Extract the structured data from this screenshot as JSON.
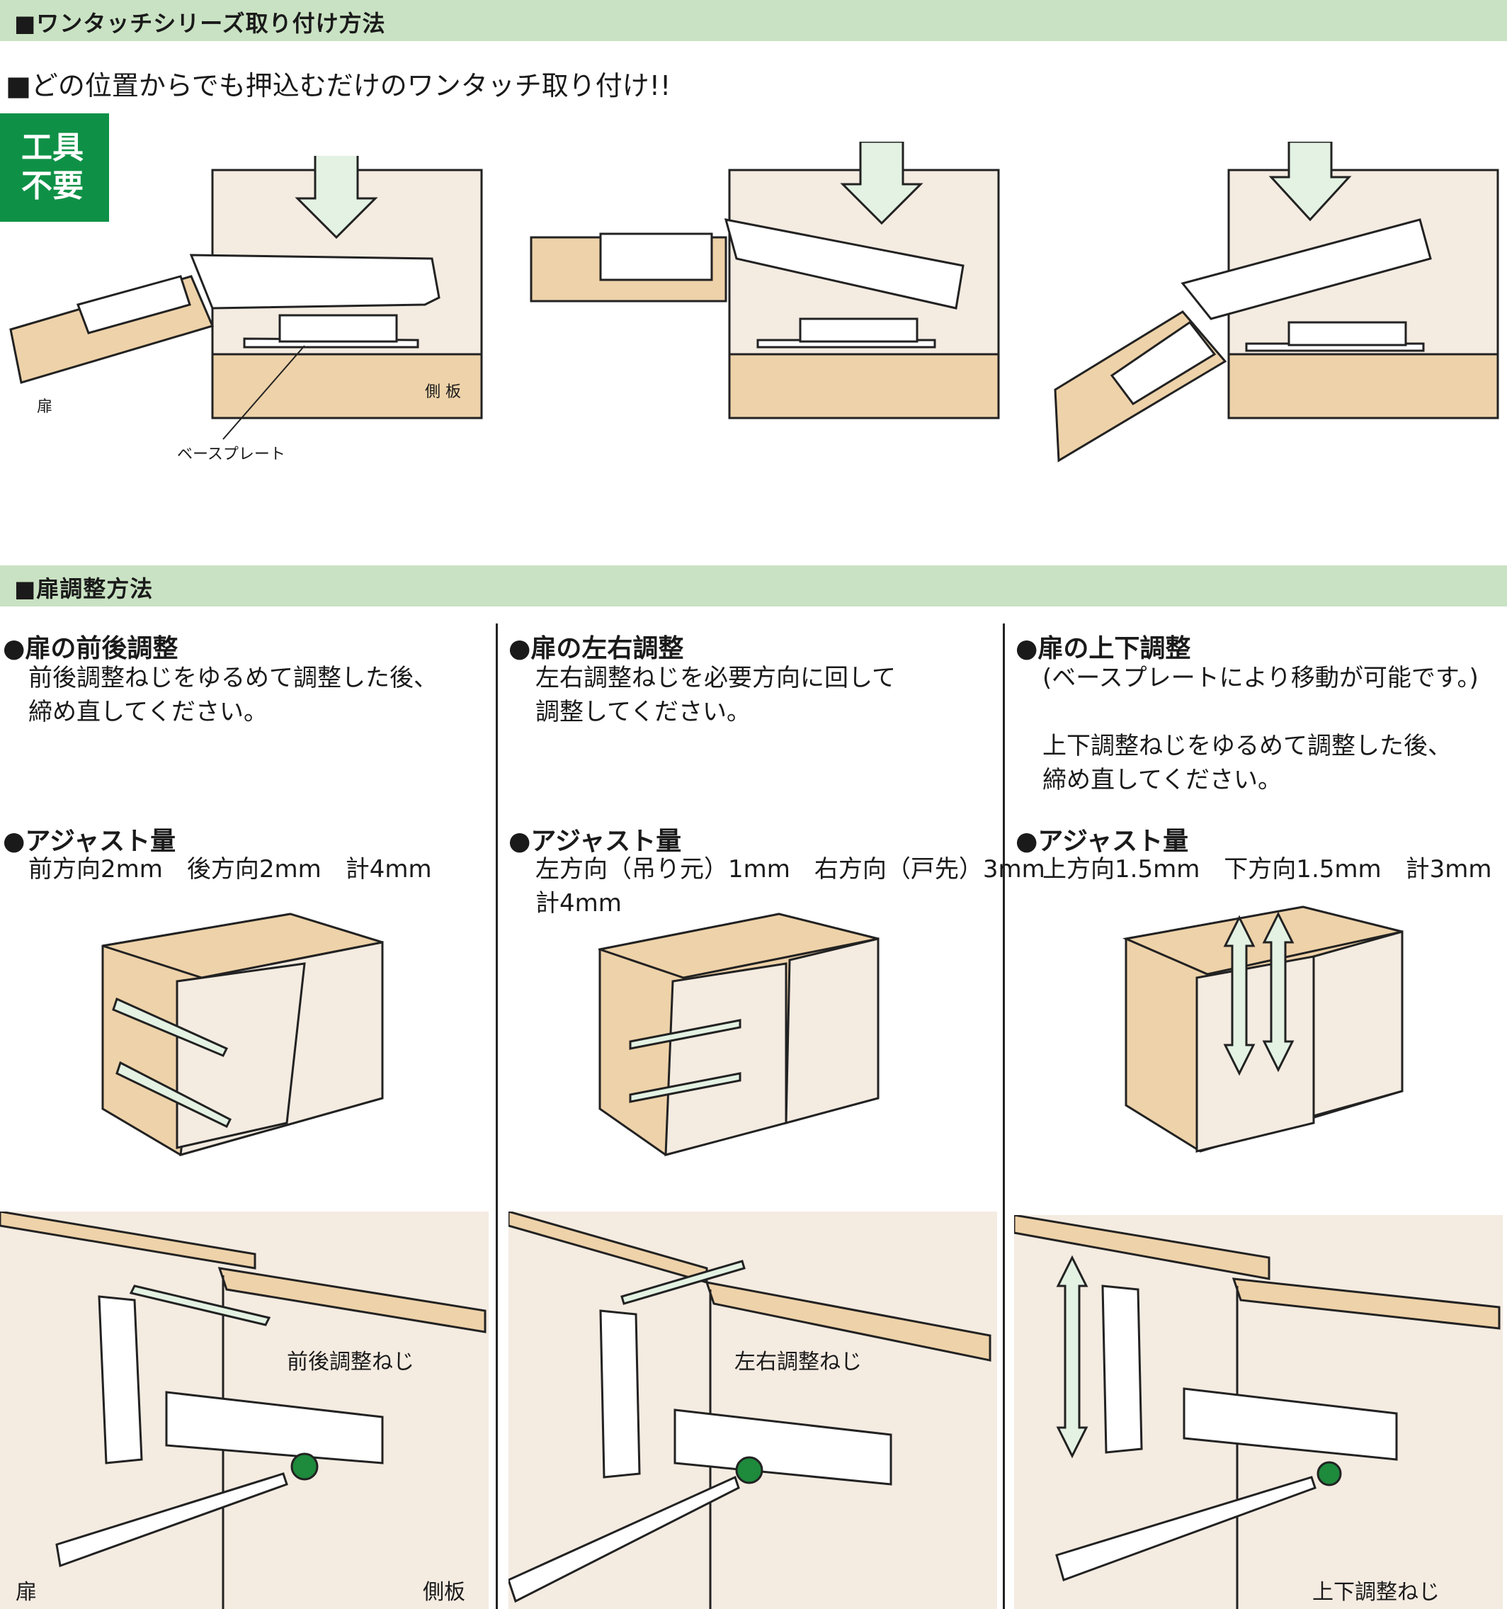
{
  "section1": {
    "title": "■ワンタッチシリーズ取り付け方法",
    "lead": "■どの位置からでも押込むだけのワンタッチ取り付け!!",
    "badge": [
      "工具",
      "不要"
    ],
    "labels": {
      "door": "扉",
      "side_panel": "側 板",
      "base_plate": "ベースプレート"
    }
  },
  "section2": {
    "title": "■扉調整方法",
    "columns": [
      {
        "heading": "●扉の前後調整",
        "text": "前後調整ねじをゆるめて調整した後、\n締め直してください。",
        "adjust_heading": "●アジャスト量",
        "adjust_text": "前方向2mm　後方向2mm　計4mm",
        "screw_label": "前後調整ねじ",
        "door_label": "扉",
        "side_label": "側板"
      },
      {
        "heading": "●扉の左右調整",
        "text": "左右調整ねじを必要方向に回して\n調整してください。",
        "adjust_heading": "●アジャスト量",
        "adjust_text": "左方向（吊り元）1mm　右方向（戸先）3mm\n計4mm",
        "screw_label": "左右調整ねじ"
      },
      {
        "heading": "●扉の上下調整",
        "text": "(ベースプレートにより移動が可能です。)\n\n上下調整ねじをゆるめて調整した後、\n締め直してください。",
        "adjust_heading": "●アジャスト量",
        "adjust_text": "上方向1.5mm　下方向1.5mm　計3mm",
        "screw_label": "上下調整ねじ"
      }
    ]
  },
  "colors": {
    "band": "#c9e2c3",
    "badge": "#0e9146",
    "wood": "#eed2a9",
    "panel": "#f4ebe1",
    "arrow": "#e3f2e3",
    "screw_green": "#1e8a3c"
  }
}
